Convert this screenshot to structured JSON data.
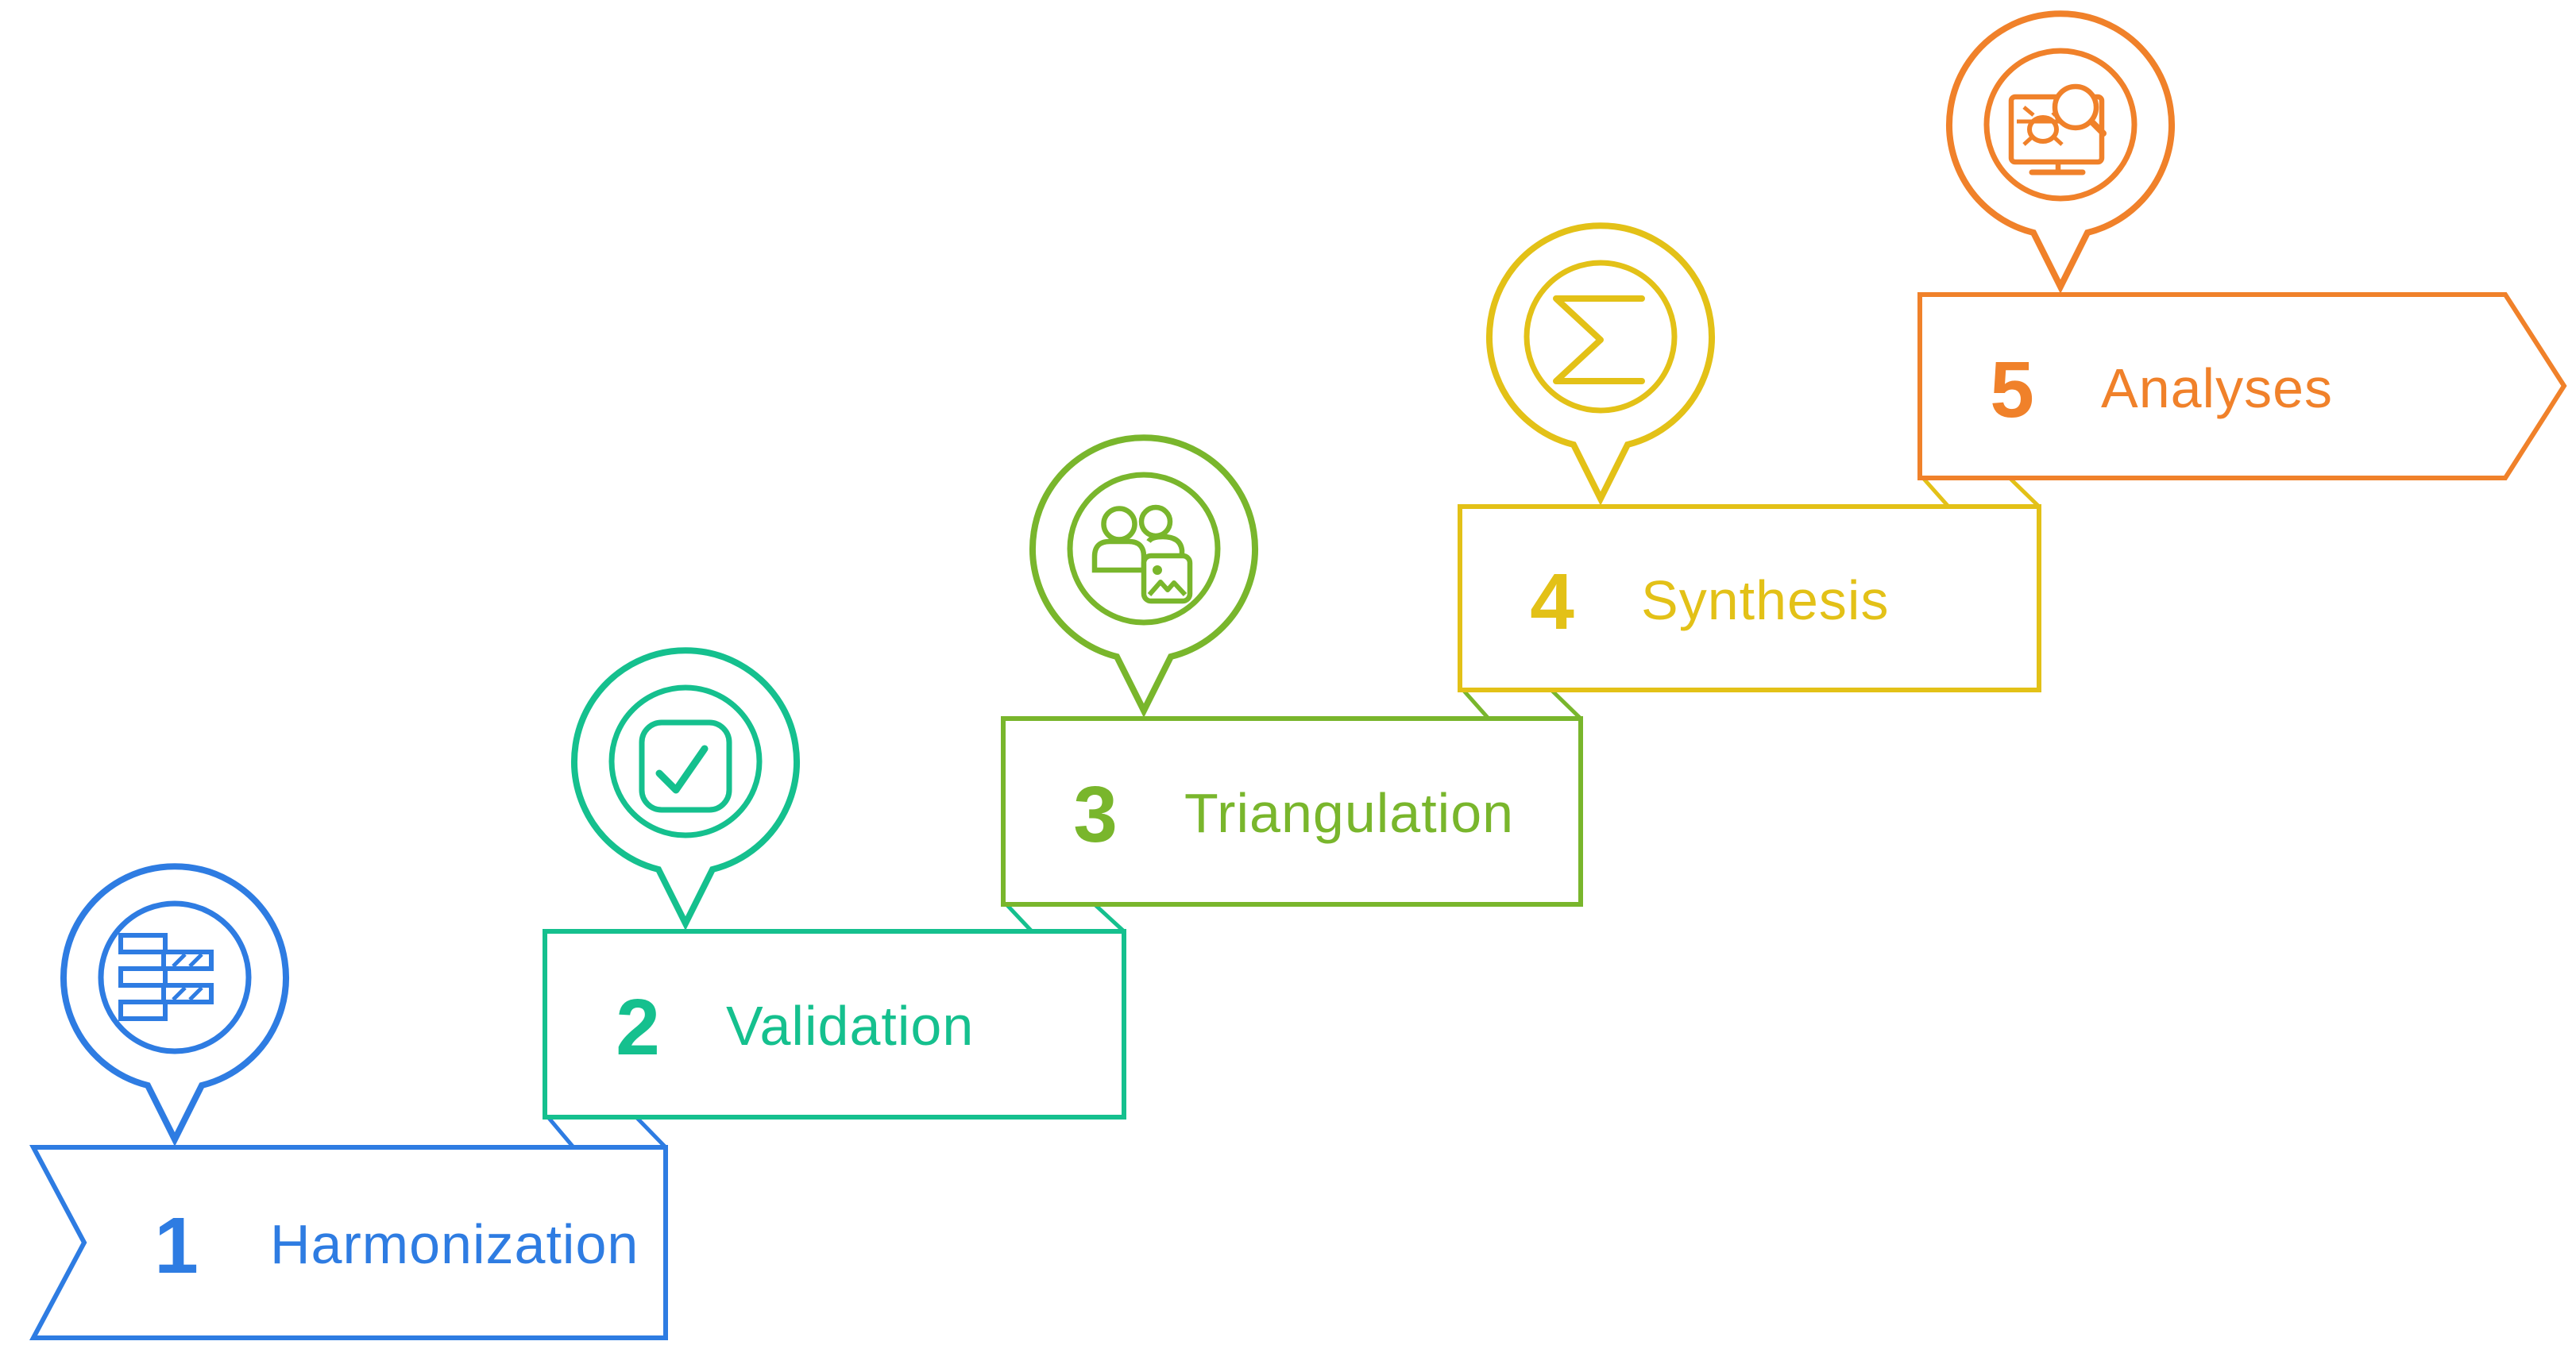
{
  "diagram": {
    "background_color": "#ffffff",
    "step_count": 5
  },
  "steps": [
    {
      "number": "1",
      "label": "Harmonization",
      "color": "#2e7ce2",
      "icon": "stacked-bars-icon"
    },
    {
      "number": "2",
      "label": "Validation",
      "color": "#15c08e",
      "icon": "checkbox-check-icon"
    },
    {
      "number": "3",
      "label": "Triangulation",
      "color": "#79b62c",
      "icon": "people-photo-icon"
    },
    {
      "number": "4",
      "label": "Synthesis",
      "color": "#e3c117",
      "icon": "sigma-icon"
    },
    {
      "number": "5",
      "label": "Analyses",
      "color": "#f0812a",
      "icon": "bug-scan-monitor-icon"
    }
  ]
}
